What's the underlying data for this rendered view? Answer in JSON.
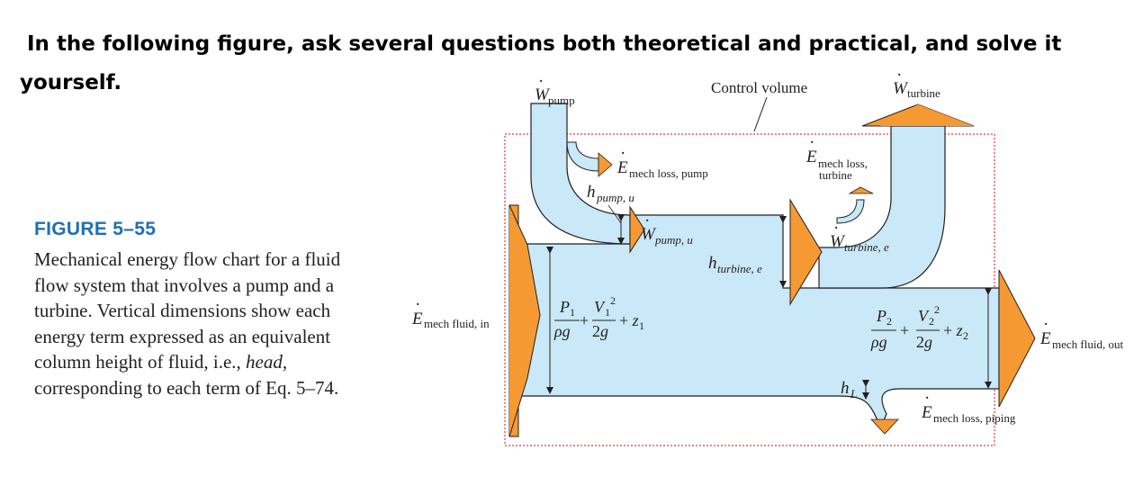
{
  "question": {
    "line1": "In the following figure, ask several questions both theoretical and practical, and solve it",
    "line2": "yourself."
  },
  "figure": {
    "label": "FIGURE 5–55",
    "caption_part1": "Mechanical energy flow chart for a fluid flow system that involves a pump and a turbine. Vertical dimensions show each energy term expressed as an equivalent column height of fluid, i.e., ",
    "caption_head": "head,",
    "caption_part2": " corresponding to each term of Eq. 5–74."
  },
  "diagram": {
    "control_volume": "Control volume",
    "w_pump_sub": "pump",
    "w_turbine_sub": "turbine",
    "e_mech_loss_pump_sub": "mech loss, pump",
    "e_mech_loss_turbine_sub1": "mech loss,",
    "e_mech_loss_turbine_sub2": "turbine",
    "h_pump_u_sub": "pump, u",
    "w_pump_u_sub": "pump, u",
    "h_turbine_e_sub": "turbine, e",
    "w_turbine_e_sub": "turbine, e",
    "e_mech_fluid_in_sub": "mech fluid, in",
    "e_mech_fluid_out_sub": "mech fluid, out",
    "e_mech_loss_piping_sub": "mech loss, piping",
    "h_l_sub": "L",
    "colors": {
      "flow_fill": "#c9e8f8",
      "arrow_fill": "#f59a32",
      "outline": "#231f20",
      "control_volume": "#d9403a",
      "label_blue": "#1f6fb5"
    }
  }
}
